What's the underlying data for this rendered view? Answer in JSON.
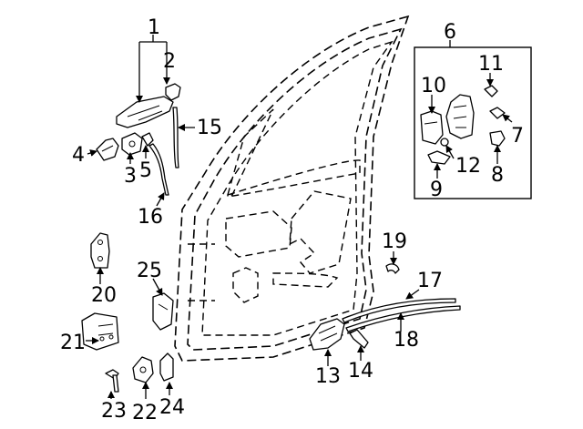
{
  "callouts": {
    "c1": "1",
    "c2": "2",
    "c3": "3",
    "c4": "4",
    "c5": "5",
    "c6": "6",
    "c7": "7",
    "c8": "8",
    "c9": "9",
    "c10": "10",
    "c11": "11",
    "c12": "12",
    "c13": "13",
    "c14": "14",
    "c15": "15",
    "c16": "16",
    "c17": "17",
    "c18": "18",
    "c19": "19",
    "c20": "20",
    "c21": "21",
    "c22": "22",
    "c23": "23",
    "c24": "24",
    "c25": "25"
  },
  "colors": {
    "ink": "#000000",
    "paper": "#ffffff"
  },
  "icons": {
    "arrowhead": "filled-triangle-arrowhead"
  }
}
